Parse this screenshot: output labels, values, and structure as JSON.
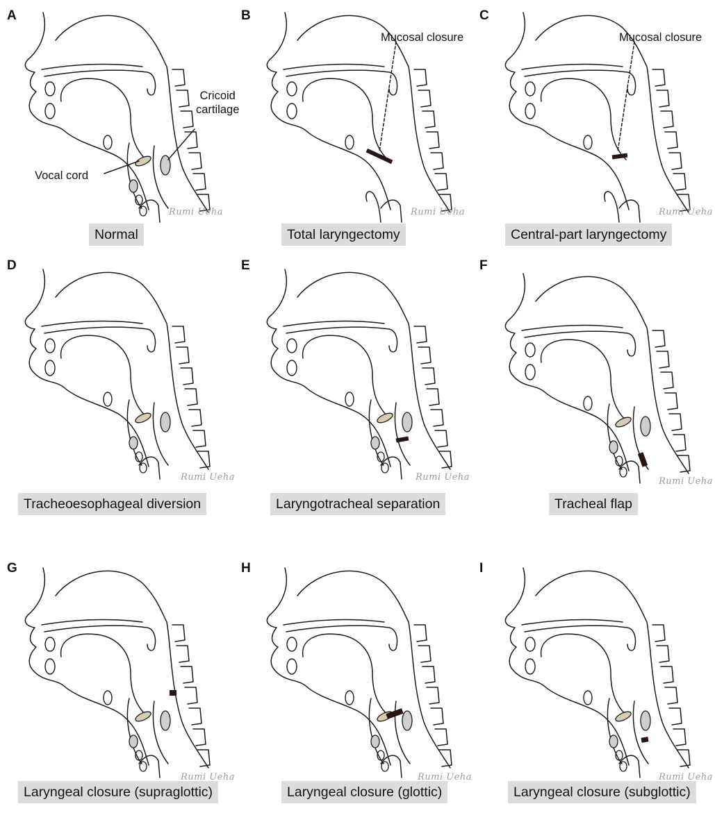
{
  "panels": [
    {
      "letter": "A",
      "caption": "Normal",
      "variant": "normal"
    },
    {
      "letter": "B",
      "caption": "Total laryngectomy",
      "variant": "total"
    },
    {
      "letter": "C",
      "caption": "Central-part laryngectomy",
      "variant": "central"
    },
    {
      "letter": "D",
      "caption": "Tracheoesophageal diversion",
      "variant": "diversion"
    },
    {
      "letter": "E",
      "caption": "Laryngotracheal separation",
      "variant": "separation"
    },
    {
      "letter": "F",
      "caption": "Tracheal flap",
      "variant": "flap"
    },
    {
      "letter": "G",
      "caption": "Laryngeal closure (supraglottic)",
      "variant": "supraglottic"
    },
    {
      "letter": "H",
      "caption": "Laryngeal closure (glottic)",
      "variant": "glottic"
    },
    {
      "letter": "I",
      "caption": "Laryngeal closure (subglottic)",
      "variant": "subglottic"
    }
  ],
  "annotations": {
    "vocal_cord": "Vocal cord",
    "cricoid_line1": "Cricoid",
    "cricoid_line2": "cartilage",
    "mucosal_closure_b": "Mucosal closure",
    "mucosal_closure_c": "Mucosal closure"
  },
  "signature": "Rumi Ueha",
  "colors": {
    "line": "#1a1a1a",
    "vocal_cord_fill": "#d8ccb2",
    "cartilage_fill": "#cfcfcf",
    "closure": "#2a1414",
    "caption_bg": "#dcdcdc"
  }
}
